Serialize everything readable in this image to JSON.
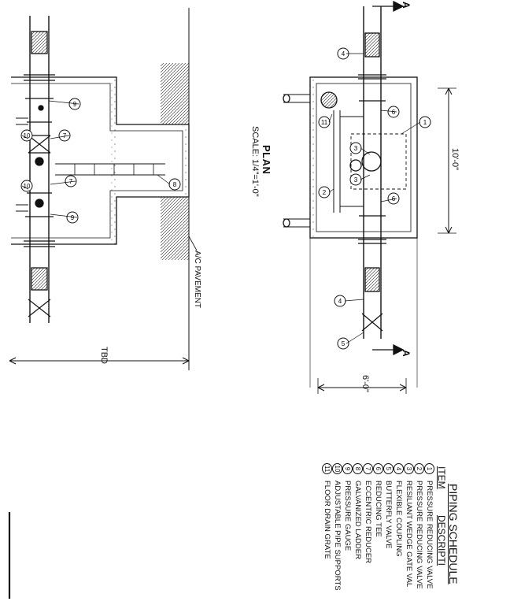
{
  "plan": {
    "title": "PLAN",
    "scale": "SCALE: 1/4\"=1'-0\""
  },
  "dimensions": {
    "length": "10'-0\"",
    "width": "6'-0\"",
    "tbd": "TBD"
  },
  "labels": {
    "pavement": "A/C PAVEMENT",
    "section_marker": "A"
  },
  "callouts": [
    "1",
    "2",
    "3",
    "4",
    "5",
    "6",
    "7",
    "8",
    "9",
    "10",
    "11"
  ],
  "schedule": {
    "title": "PIPING SCHEDULE",
    "item_header": "ITEM",
    "description_header": "DESCRIPTI",
    "items": [
      {
        "num": "1",
        "desc": "PRESSURE REDUCING VALVE"
      },
      {
        "num": "2",
        "desc": "PRESSURE REDUCING VALVE"
      },
      {
        "num": "3",
        "desc": "RESILIANT WEDGE GATE VAL"
      },
      {
        "num": "4",
        "desc": "FLEXIBLE COUPLING"
      },
      {
        "num": "5",
        "desc": "BUTTERFLY VALVE"
      },
      {
        "num": "6",
        "desc": "REDUCING TEE"
      },
      {
        "num": "7",
        "desc": "ECCENTRIC REDUCER"
      },
      {
        "num": "8",
        "desc": "GALVANIZED LADDER"
      },
      {
        "num": "9",
        "desc": "PRESSURE GAUGE"
      },
      {
        "num": "10",
        "desc": "ADJUSTABLE PIPE SUPPORTS"
      },
      {
        "num": "11",
        "desc": "FLOOR DRAIN GRATE"
      }
    ]
  }
}
